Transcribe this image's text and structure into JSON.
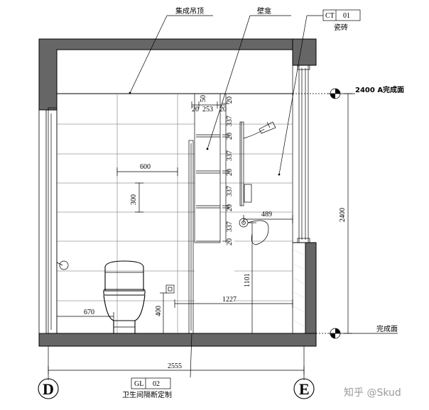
{
  "labels": {
    "ceiling": "集成吊顶",
    "niche": "壁龛",
    "partition": "卫生间隔断定制",
    "tile": "瓷砖",
    "finish_level_top": "2400 A完成面",
    "finish_level_floor": "完成面"
  },
  "tags": {
    "tile": {
      "code": "CT",
      "num": "01"
    },
    "partition": {
      "code": "GL",
      "num": "02"
    }
  },
  "dimensions": {
    "tile_w": "600",
    "tile_h": "300",
    "toilet_offset": "670",
    "height_total": "2400",
    "shower_distance": "1227",
    "shower_height": "1101",
    "outlet_height": "400",
    "shower_offset": "489",
    "width_total": "2555",
    "niche_top": "50",
    "niche_w_left": "20",
    "niche_w_mid": "253",
    "niche_w_right": "20",
    "shelf_gap_1": "20",
    "shelf_1": "337",
    "shelf_gap_2": "20",
    "shelf_2": "337",
    "shelf_gap_3": "20",
    "shelf_3": "337",
    "shelf_gap_4": "20",
    "shelf_4": "337",
    "shelf_gap_5": "20"
  },
  "grid_axes": {
    "left": "D",
    "right": "E"
  },
  "watermark": "知乎 @Skud"
}
